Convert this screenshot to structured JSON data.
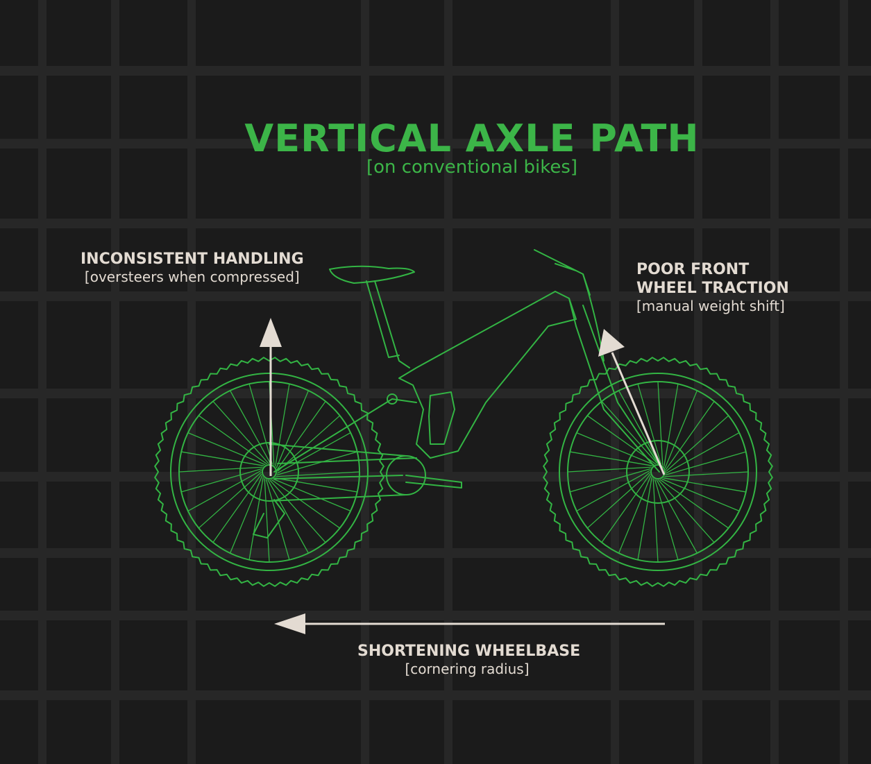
{
  "title": "VERTICAL AXLE PATH",
  "subtitle": "[on conventional bikes]",
  "annotations": [
    {
      "heading": "INCONSISTENT HANDLING",
      "detail": "[oversteers when compressed]"
    },
    {
      "heading_line1": "POOR FRONT",
      "heading_line2": "WHEEL TRACTION",
      "detail": "[manual weight shift]"
    },
    {
      "heading": "SHORTENING WHEELBASE",
      "detail": "[cornering radius]"
    }
  ],
  "colors": {
    "background": "#1b1b1b",
    "grid": "#272727",
    "accent": "#3cb548",
    "bike": "#33b544",
    "label": "#e3dbd2"
  }
}
